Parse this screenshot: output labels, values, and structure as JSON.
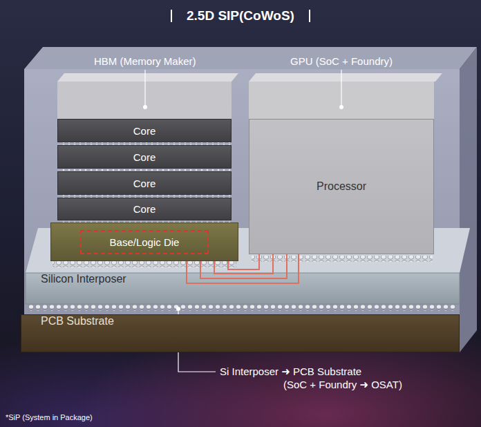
{
  "diagram": {
    "title": "2.5D SIP(CoWoS)",
    "caption": "*SiP (System in Package)",
    "nodes": [
      {
        "text": [
          "Core"
        ]
      },
      {
        "text": [
          "Core"
        ]
      },
      {
        "text": [
          "Core"
        ]
      },
      {
        "text": [
          "Core"
        ]
      },
      {
        "text": [
          "Base/Logic Die"
        ]
      },
      {
        "text": [
          "Processor"
        ]
      },
      {
        "text": [
          "Silicon Interposer"
        ]
      },
      {
        "text": [
          "PCB Substrate"
        ]
      }
    ],
    "edges": [
      {
        "from": 4,
        "to": 5,
        "arrow": "none"
      }
    ],
    "labels": [
      "HBM (Memory Maker)",
      "GPU (SoC + Foundry)",
      "Si Interposer ➜ PCB Substrate",
      "(SoC + Foundry ➜ OSAT)"
    ]
  }
}
